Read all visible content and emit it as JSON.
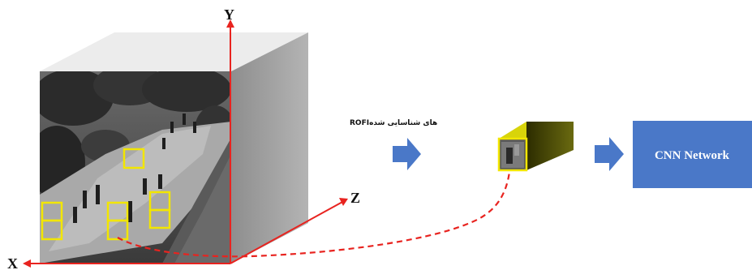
{
  "axes": {
    "y_label": "Y",
    "x_label": "X",
    "z_label": "Z"
  },
  "roi_label": "ROFIهای شناسایی شده",
  "cnn_box": {
    "label": "CNN Network"
  },
  "colors": {
    "axis": "#e8231f",
    "roi_box": "#f2e600",
    "tube_top": "#d8d40a",
    "tube_side": "#3a3a00",
    "arrow": "#4a78c8",
    "cnn_fill": "#4a78c8",
    "cube_top": "#ececec",
    "cube_side": "#9e9e9e"
  },
  "icons": {
    "flow_arrow_1": "right-arrow-icon",
    "flow_arrow_2": "right-arrow-icon"
  }
}
